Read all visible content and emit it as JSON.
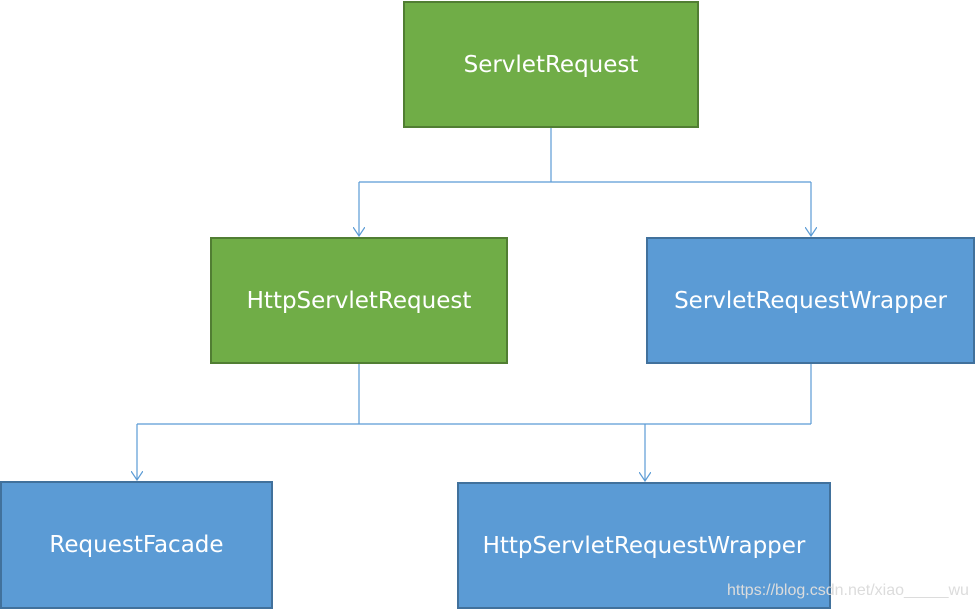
{
  "diagram": {
    "nodes": {
      "servlet_request": {
        "label": "ServletRequest",
        "color": "#70ad47"
      },
      "http_servlet_request": {
        "label": "HttpServletRequest",
        "color": "#70ad47"
      },
      "servlet_request_wrapper": {
        "label": "ServletRequestWrapper",
        "color": "#5b9bd5"
      },
      "request_facade": {
        "label": "RequestFacade",
        "color": "#5b9bd5"
      },
      "http_servlet_request_wrapper": {
        "label": "HttpServletRequestWrapper",
        "color": "#5b9bd5"
      }
    },
    "edges": [
      {
        "from": "servlet_request",
        "to": "http_servlet_request"
      },
      {
        "from": "servlet_request",
        "to": "servlet_request_wrapper"
      },
      {
        "from": "http_servlet_request",
        "to": "request_facade"
      },
      {
        "from": "http_servlet_request",
        "to": "http_servlet_request_wrapper"
      },
      {
        "from": "servlet_request_wrapper",
        "to": "http_servlet_request_wrapper"
      }
    ],
    "connector_color": "#5b9bd5"
  },
  "watermark": "https://blog.csdn.net/xiao_____wu"
}
